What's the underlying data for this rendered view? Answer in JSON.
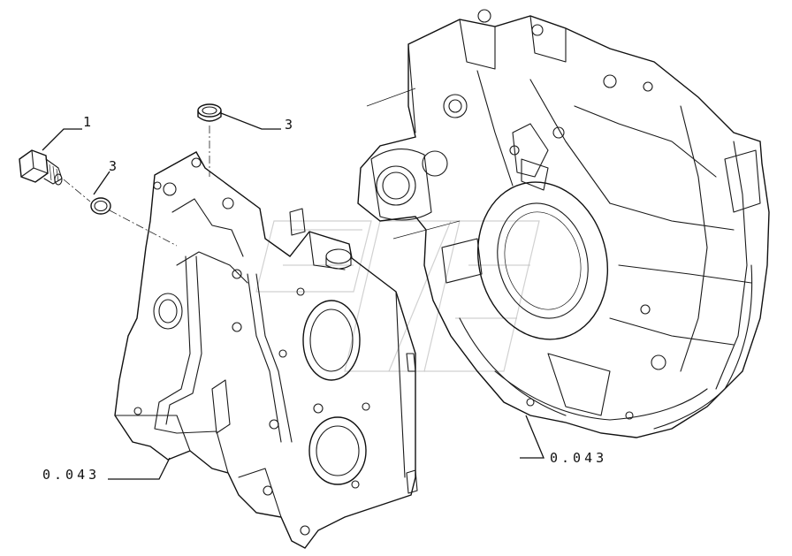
{
  "callouts": {
    "plug_number": "1",
    "seal_ring_small_number": "3",
    "seal_ring_top_number": "3",
    "timing_cover_ref": "0.043",
    "flywheel_housing_ref": "0.043"
  },
  "parts": [
    {
      "id": "plug",
      "callout": "1"
    },
    {
      "id": "seal-ring-small",
      "callout": "3"
    },
    {
      "id": "seal-ring-top",
      "callout": "3"
    },
    {
      "id": "timing-gear-cover",
      "callout": "0.043"
    },
    {
      "id": "flywheel-housing",
      "callout": "0.043"
    }
  ]
}
